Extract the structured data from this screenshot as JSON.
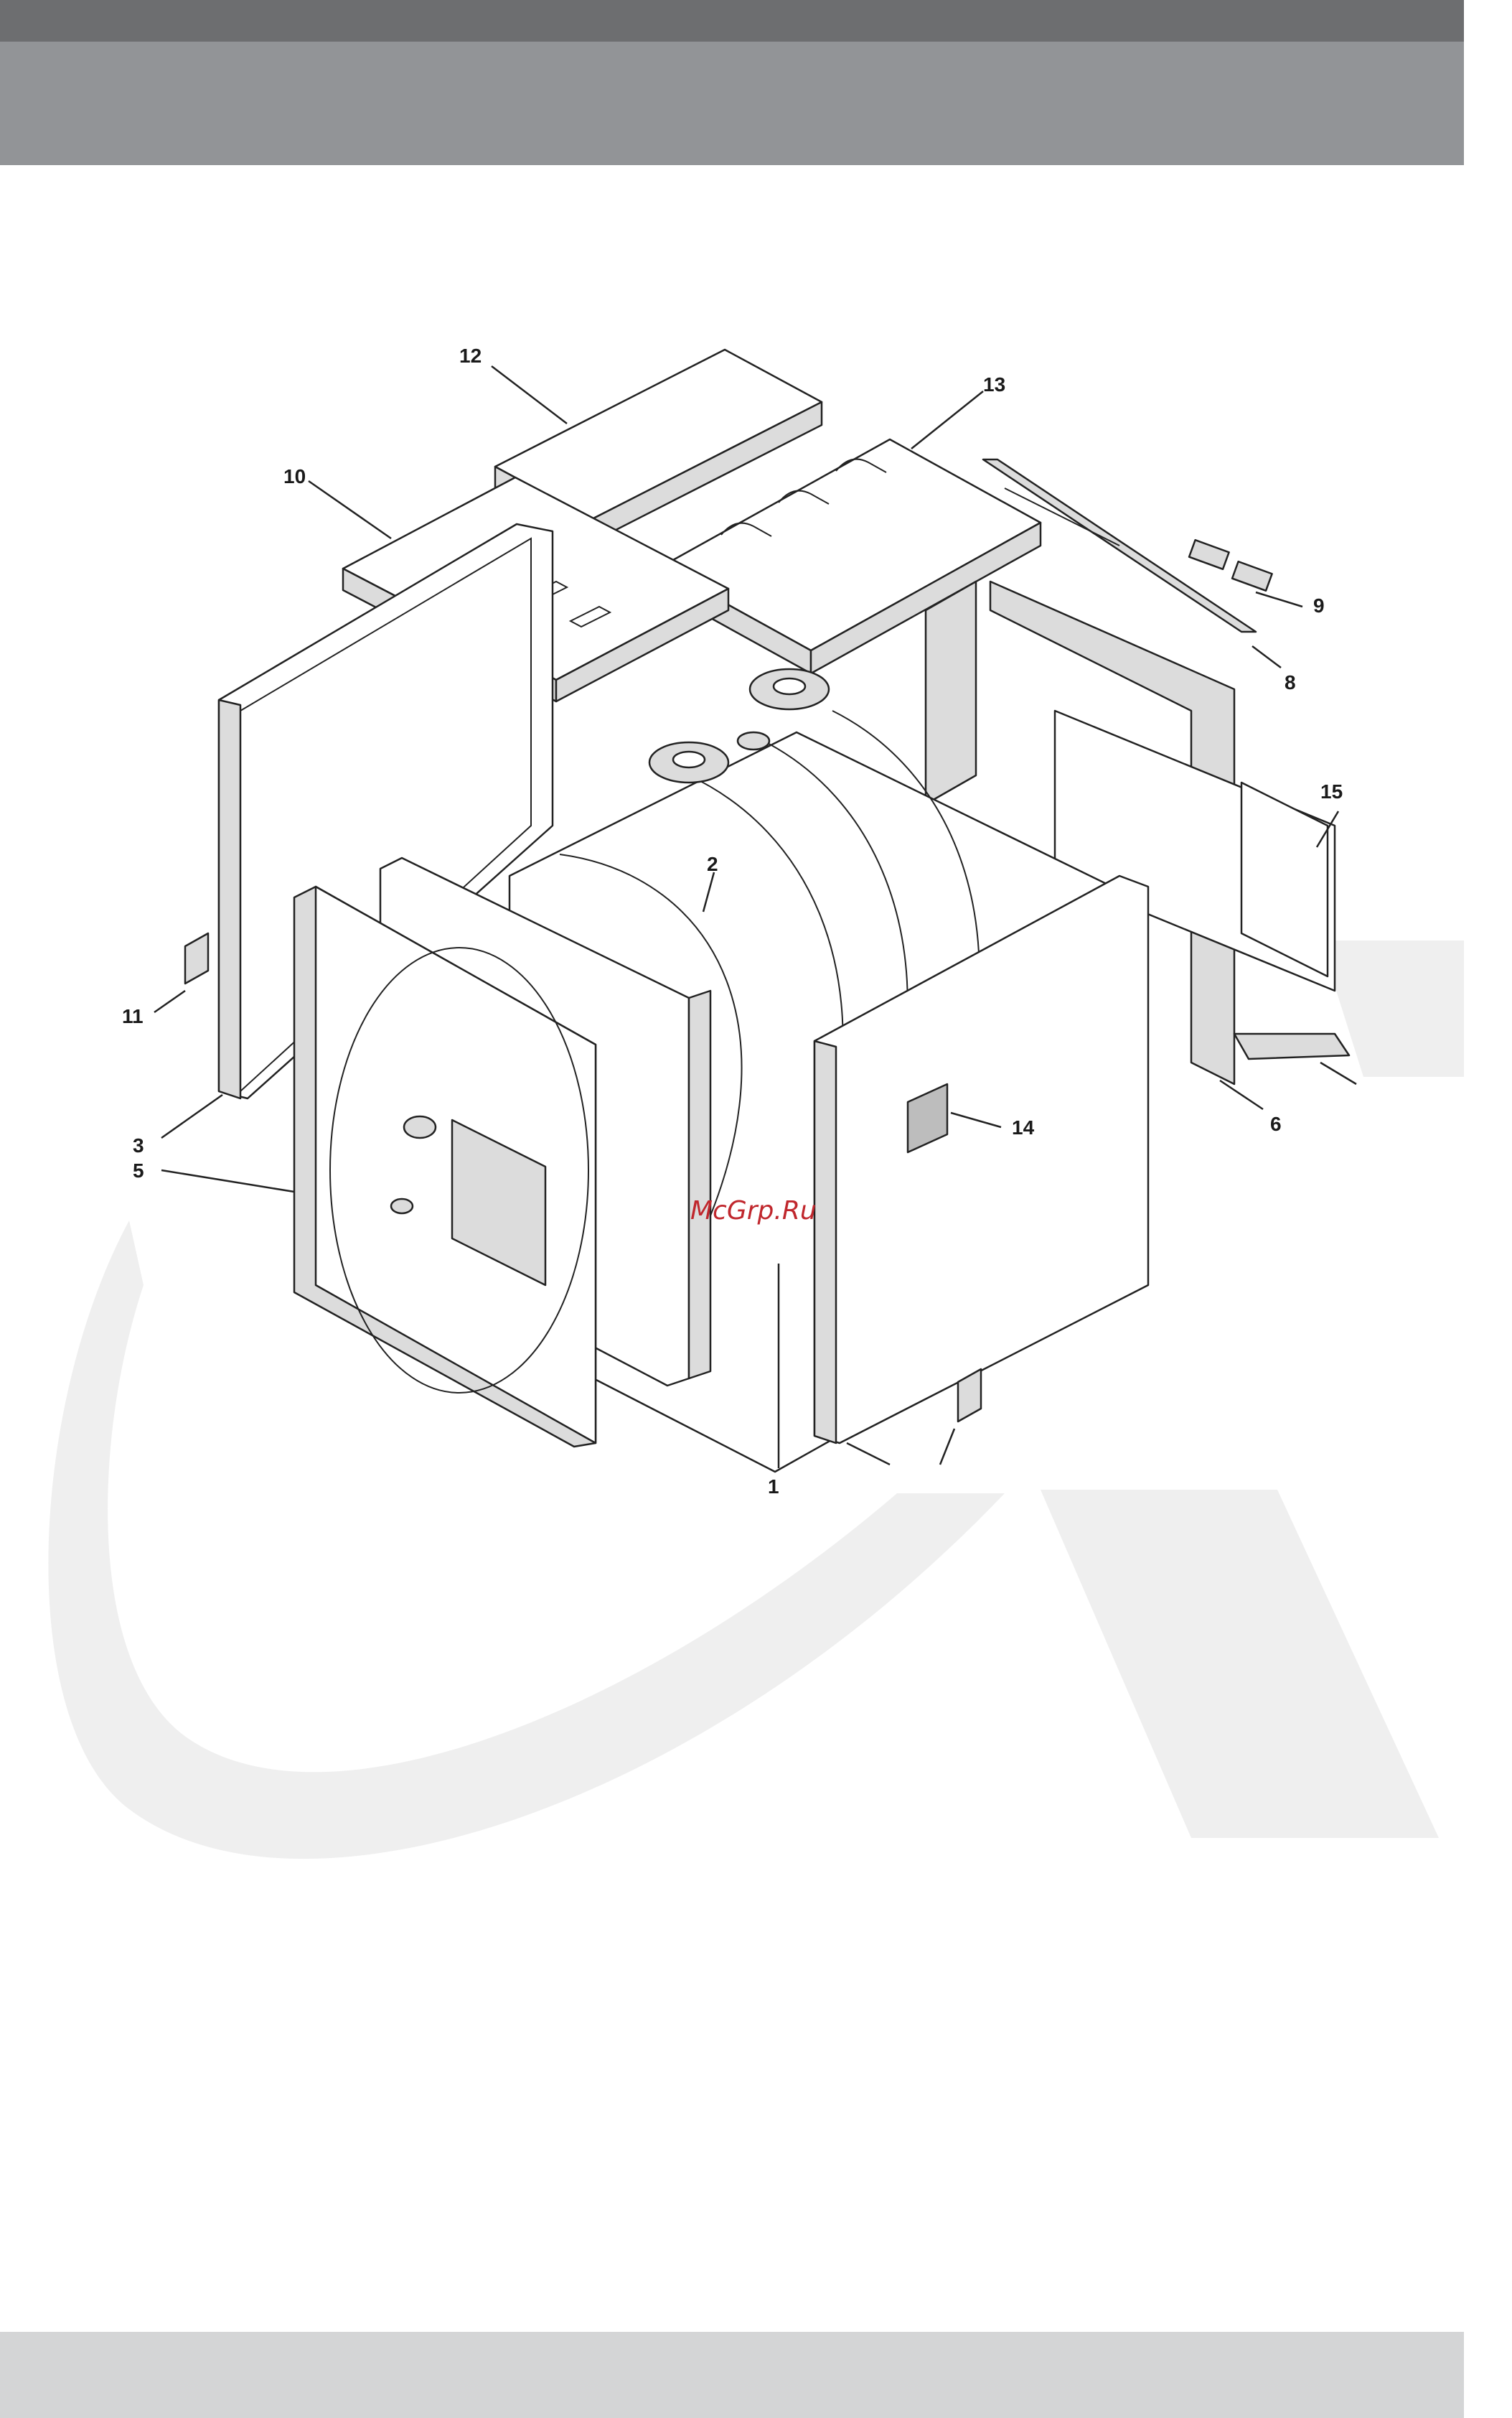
{
  "header": {
    "title": ""
  },
  "diagram": {
    "part_labels": [
      "12",
      "13",
      "10",
      "9",
      "8",
      "15",
      "2",
      "11",
      "3",
      "5",
      "14",
      "6",
      "1"
    ]
  },
  "watermark": {
    "text": "McGrp.Ru"
  },
  "colors": {
    "header_strip": "#6d6e70",
    "header_band": "#929497",
    "footer_band": "#d4d5d6",
    "background_logo": "#efefef",
    "watermark": "#c0272d"
  }
}
